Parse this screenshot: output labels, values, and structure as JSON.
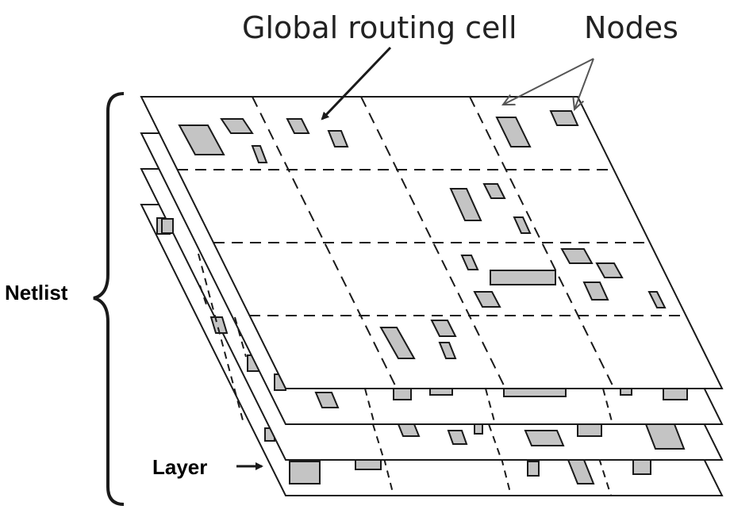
{
  "labels": {
    "global_routing_cell": "Global routing cell",
    "nodes": "Nodes",
    "netlist": "Netlist",
    "layer": "Layer"
  },
  "colors": {
    "stroke": "#1a1a1a",
    "node_fill": "#c4c4c4",
    "background": "#ffffff",
    "text": "#222222"
  },
  "diagram": {
    "layer_count": 4,
    "grid": "4 x 4 dashed cell grid per layer"
  }
}
